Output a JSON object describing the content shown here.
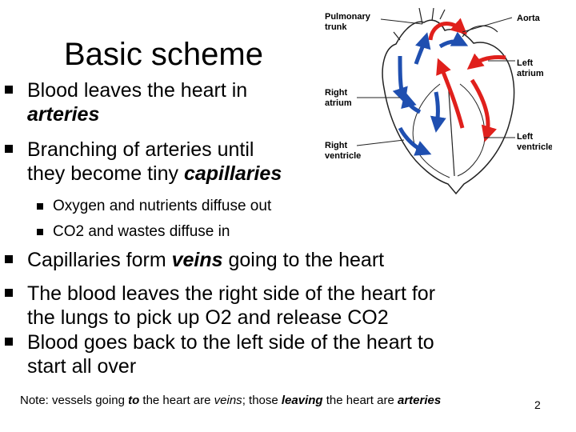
{
  "slide": {
    "title": "Basic scheme",
    "page_number": "2"
  },
  "bullets": [
    {
      "text": "Blood leaves the heart in",
      "emphasis": "arteries"
    },
    {
      "text": "Branching of arteries until",
      "cont": "they become tiny ",
      "emphasis": "capillaries"
    },
    {
      "text": "Capillaries form ",
      "emphasis": "veins",
      "after": " going to the heart"
    },
    {
      "text": "The blood leaves the right side of the heart for",
      "cont": "the lungs to pick up O2 and release CO2"
    },
    {
      "text": "Blood goes back to the left side of the heart to",
      "cont": "start all over"
    }
  ],
  "sub_bullets": [
    {
      "text": "Oxygen and nutrients diffuse out"
    },
    {
      "text": "CO2 and wastes diffuse in"
    }
  ],
  "note": {
    "p1": "Note: vessels going ",
    "e1": "to",
    "p2": " the heart are ",
    "e2": "veins",
    "p3": "; those ",
    "e3": "leaving",
    "p4": " the heart are ",
    "e4": "arteries"
  },
  "diagram": {
    "labels": {
      "pulmonary_trunk_1": "Pulmonary",
      "pulmonary_trunk_2": "trunk",
      "aorta": "Aorta",
      "left_atrium_1": "Left",
      "left_atrium_2": "atrium",
      "right_atrium_1": "Right",
      "right_atrium_2": "atrium",
      "left_ventricle_1": "Left",
      "left_ventricle_2": "ventricle",
      "right_ventricle_1": "Right",
      "right_ventricle_2": "ventricle"
    },
    "colors": {
      "oxygenated": "#e0201c",
      "deoxygenated": "#1f4fb0",
      "outline": "#222222"
    }
  }
}
